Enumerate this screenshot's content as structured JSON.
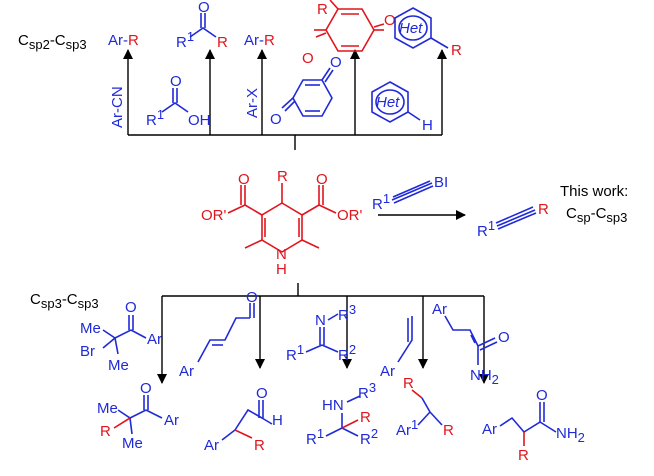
{
  "top_left_label": "C",
  "top_left_sub1": "sp2",
  "top_left_dash": "-C",
  "top_left_sub2": "sp3",
  "bottom_left_label": "C",
  "bottom_left_sub1": "sp3",
  "bottom_left_dash": "-C",
  "bottom_left_sub2": "sp3",
  "this_work_line1": "This work:",
  "this_work_c": "C",
  "this_work_sub1": "sp",
  "this_work_dash": "-C",
  "this_work_sub2": "sp3",
  "central": {
    "ester_left": "OR'",
    "ester_right": "OR'",
    "R": "R",
    "N": "N",
    "H": "H"
  },
  "alkyne_reagent": {
    "R": "R",
    "R_sup": "1",
    "BI": "BI"
  },
  "alkyne_product": {
    "R": "R",
    "R_sup": "1",
    "R2": "R"
  },
  "top_products": {
    "ar_r_1": {
      "ar": "Ar-",
      "r": "R"
    },
    "ketone": {
      "r1": "R",
      "r1_sup": "1",
      "r": "R",
      "o": "O"
    },
    "ar_r_2": {
      "ar": "Ar-",
      "r": "R"
    },
    "quinone": {
      "r": "R",
      "o1": "O",
      "o2": "O"
    },
    "het_r": {
      "het": "Het",
      "r": "R"
    }
  },
  "top_reagents": {
    "ar_cn": "Ar-CN",
    "acid": {
      "r1": "R",
      "r1_sup": "1",
      "oh": "OH",
      "o": "O"
    },
    "ar_x": "Ar-X",
    "quinone": {
      "o1": "O",
      "o2": "O"
    },
    "het_h": {
      "het": "Het",
      "h": "H"
    }
  },
  "bottom_reagents": {
    "bromoketone": {
      "br": "Br",
      "me1": "Me",
      "me2": "Me",
      "ar": "Ar",
      "o": "O"
    },
    "enal": {
      "ar": "Ar",
      "o": "O"
    },
    "imine": {
      "n": "N",
      "r3": "R",
      "r3_sup": "3",
      "r1": "R",
      "r1_sup": "1",
      "r2": "R",
      "r2_sup": "2"
    },
    "styrene": {
      "ar": "Ar"
    },
    "enamide": {
      "ar": "Ar",
      "o": "O",
      "nh2": "NH",
      "nh2_sub": "2"
    }
  },
  "bottom_products": {
    "ketone": {
      "me1": "Me",
      "me2": "Me",
      "r": "R",
      "ar": "Ar",
      "o": "O"
    },
    "aldehyde": {
      "ar": "Ar",
      "r": "R",
      "o": "O",
      "h": "H"
    },
    "amine": {
      "hn": "HN",
      "r3": "R",
      "r3_sup": "3",
      "r": "R",
      "r1": "R",
      "r1_sup": "1",
      "r2": "R",
      "r2_sup": "2"
    },
    "alkane": {
      "r": "R",
      "ar1": "Ar",
      "ar1_sup": "1",
      "r2": "R"
    },
    "amide": {
      "ar": "Ar",
      "r": "R",
      "o": "O",
      "nh2": "NH",
      "nh2_sub": "2"
    }
  }
}
